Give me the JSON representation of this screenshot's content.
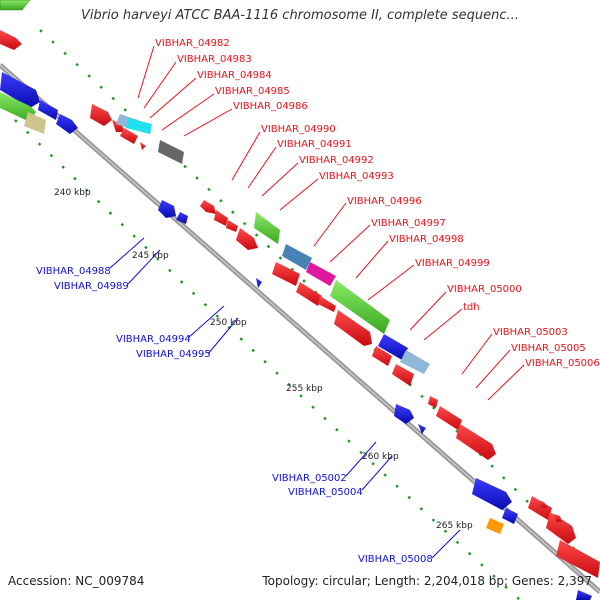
{
  "header": {
    "title": "Vibrio harveyi ATCC BAA-1116 chromosome II, complete sequenc..."
  },
  "footer": {
    "accession": "Accession: NC_009784",
    "topology": "Topology: circular; Length: 2,204,018 bp; Genes: 2,397"
  },
  "ticks": [
    "240 kbp",
    "245 kbp",
    "250 kbp",
    "255 kbp",
    "260 kbp",
    "265 kbp"
  ],
  "labels_forward": [
    "VIBHAR_04982",
    "VIBHAR_04983",
    "VIBHAR_04984",
    "VIBHAR_04985",
    "VIBHAR_04986",
    "VIBHAR_04990",
    "VIBHAR_04991",
    "VIBHAR_04992",
    "VIBHAR_04993",
    "VIBHAR_04996",
    "VIBHAR_04997",
    "VIBHAR_04998",
    "VIBHAR_04999",
    "VIBHAR_05000",
    "tdh",
    "VIBHAR_05003",
    "VIBHAR_05005",
    "VIBHAR_05006"
  ],
  "labels_reverse": [
    "VIBHAR_04988",
    "VIBHAR_04989",
    "VIBHAR_04994",
    "VIBHAR_04995",
    "VIBHAR_05002",
    "VIBHAR_05004",
    "VIBHAR_05008"
  ],
  "colors": {
    "forward": "#e8141a",
    "reverse": "#1010d8",
    "green": "#5ccf3a",
    "magenta": "#e0179f",
    "steel": "#4682b4",
    "gray": "#666666",
    "cyan": "#22e0ee",
    "khaki": "#cdc48a",
    "orange": "#ff9900",
    "dotted": "#1f9a1f",
    "backbone": "#888888"
  }
}
